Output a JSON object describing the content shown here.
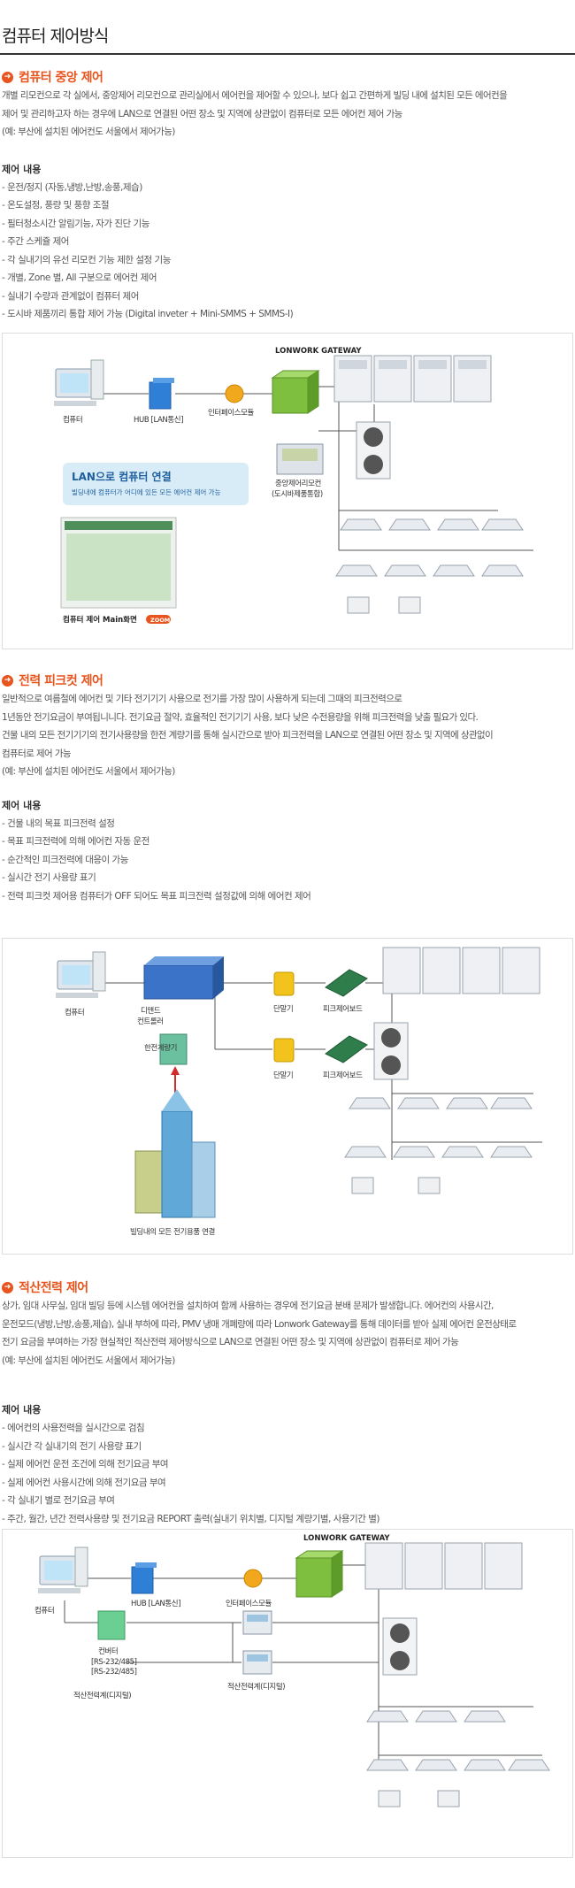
{
  "page_title": "컴퓨터 제어방식",
  "sections": [
    {
      "title": "컴퓨터 중앙 제어",
      "paragraph": [
        "개별 리모컨으로 각 실에서, 중앙제어 리모컨으로 관리실에서 에어컨을 제어할 수 있으나, 보다 쉽고 간편하게 빌딩 내에 설치된 모든 에어컨을",
        "제어 및 관리하고자 하는 경우에 LAN으로 연결된 어떤 장소 및 지역에 상관없이 컴퓨터로 모든 에어컨 제어 가능",
        "(예: 부산에 설치된 에어컨도 서울에서 제어가능)"
      ],
      "list_title": "제어 내용",
      "list": [
        "- 운전/정지 (자동,냉방,난방,송풍,제습)",
        "- 온도설정, 풍량 및 풍향 조절",
        "- 필터청소시간 알림기능, 자가 진단 기능",
        "- 주간 스케쥴 제어",
        "- 각 실내기의 유선 리모컨 기능 제한 설정 기능",
        "- 개별, Zone 별, All 구분으로 에어컨 제어",
        "- 실내기 수량과 관계없이 컴퓨터 제어",
        "- 도시바 제품끼리 통합 제어 가능 (Digital inveter + Mini-SMMS + SMMS-I)"
      ],
      "diagram": {
        "computer": "컴퓨터",
        "hub": "HUB [LAN통신]",
        "interface": "인터페이스모듈",
        "gateway": "LONWORK GATEWAY",
        "central_remote_1": "중앙제어리모컨",
        "central_remote_2": "(도시바제품통합)",
        "lan_title": "LAN으로 컴퓨터 연결",
        "lan_desc": "빌딩내에 컴퓨터가 어디에 있든 모든 에어컨 제어 가능",
        "main_screen": "컴퓨터 제어 Main화면",
        "zoom": "ZOOM"
      }
    },
    {
      "title": "전력 피크컷 제어",
      "paragraph": [
        "일반적으로 여름철에 에어컨 및 기타 전기기기 사용으로 전기를 가장 많이 사용하게 되는데 그때의 피크전력으로",
        "1년동안 전기요금이 부여됩니니다. 전기요금 절약, 효율적인 전기기기 사용, 보다 낮은 수전용량을 위해 피크전력을 낮출 필요가 있다.",
        "건물 내의 모든 전기기기의 전기사용량을 한전 계량기를 통해 실시간으로 받아 피크전력을 LAN으로 연결된 어떤 장소 및 지역에 상관없이",
        "컴퓨터로 제어 가능",
        "(예: 부산에 설치된 에어컨도 서울에서 제어가능)"
      ],
      "list_title": "제어 내용",
      "list": [
        "- 건물 내의 목표 피크전력 설정",
        "- 목표 피크전력에 의해 에어컨 자동 운전",
        "- 순간적인 피크전력에 대응이 가능",
        "- 실시간 전기 사용량 표기",
        "- 전력 피크컷 제어용 컴퓨터가 OFF 되어도 목표 피크전력 설정값에 의해 에어컨 제어"
      ],
      "diagram": {
        "computer": "컴퓨터",
        "demand_1": "디맨드",
        "demand_2": "컨트롤러",
        "meter": "한전계량기",
        "terminal_1": "단말기",
        "terminal_2": "단말기",
        "board_1": "피크제어보드",
        "board_2": "피크제어보드",
        "building": "빌딩내의 모든 전기용품 연결"
      }
    },
    {
      "title": "적산전력 제어",
      "paragraph": [
        "상가, 임대 사무실, 임대 빌딩 등에 시스템 에어컨을 설치하여 함께 사용하는 경우에 전기요금 분배 문제가 발생합니다. 에어컨의 사용시간,",
        "운전모드(냉방,난방,송풍,제습), 실내 부하에 따라, PMV 냉매 개폐량에 따라 Lonwork Gateway를 통해 데이터를 받아 실제 에어컨 운전상태로",
        "전기 요금을 부여하는 가장 현실적인 적산전력 제어방식으로 LAN으로 연결된 어떤 장소 및 지역에 상관없이 컴퓨터로 제어 가능",
        "(예: 부산에 설치된 에어컨도 서울에서 제어가능)"
      ],
      "list_title": "제어 내용",
      "list": [
        "- 에어컨의 사용전력을 실시간으로 검침",
        "- 실시간 각 실내기의 전기 사용량 표기",
        "- 실제 에어컨 운전 조건에 의해 전기요금 부여",
        "- 실제 에어컨 사용시간에 의해 전기요금 부여",
        "- 각 실내기 별로 전기요금 부여",
        "- 주간, 월간, 년간 전력사용량 및 전기요금 REPORT 출력(실내기 위치별, 디지털 계량기별, 사용기간 별)"
      ],
      "diagram": {
        "computer": "컴퓨터",
        "hub": "HUB [LAN통신]",
        "interface": "인터페이스모듈",
        "gateway": "LONWORK GATEWAY",
        "converter_1": "컨버터",
        "converter_2": "[RS-232/485]",
        "converter_3": "[RS-232/485]",
        "meter_left": "적산전력계(디지털)",
        "meter_mid": "적산전력계(디지털)"
      }
    }
  ],
  "colors": {
    "accent": "#e8541d",
    "gateway": "#7fbf3f",
    "hub": "#2f7fd6",
    "interface": "#f2a81d"
  }
}
